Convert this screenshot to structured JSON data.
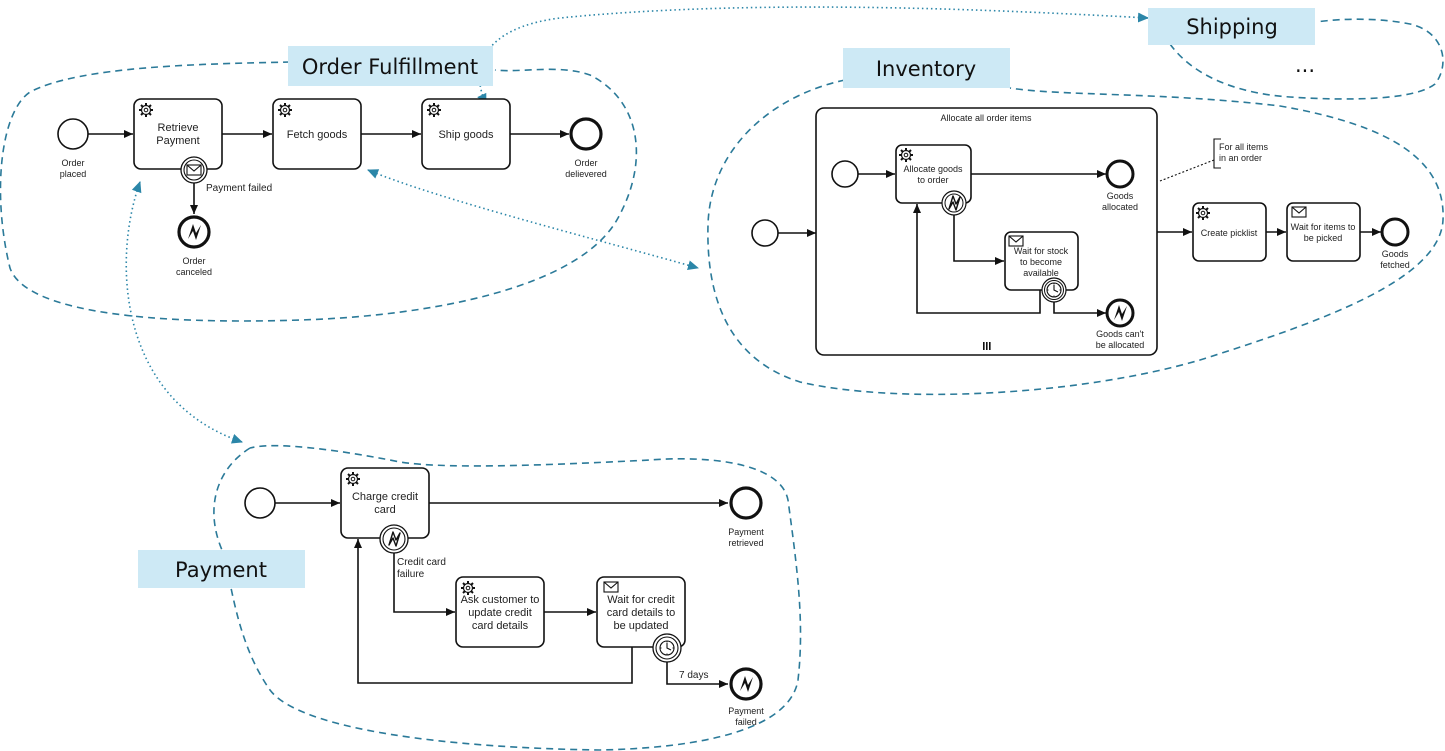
{
  "accent_colors": {
    "label_bg": "#cde9f5",
    "group_border": "#2b7a99",
    "link": "#2b86a8"
  },
  "groups": {
    "order_fulfillment": "Order Fulfillment",
    "inventory": "Inventory",
    "shipping": "Shipping",
    "shipping_more": "...",
    "payment": "Payment"
  },
  "order": {
    "start_line1": "Order",
    "start_line2": "placed",
    "retrieve_line1": "Retrieve",
    "retrieve_line2": "Payment",
    "fetch": "Fetch goods",
    "ship": "Ship goods",
    "end_line1": "Order",
    "end_line2": "delievered",
    "payment_failed": "Payment failed",
    "canceled_line1": "Order",
    "canceled_line2": "canceled"
  },
  "inventory": {
    "subprocess_title": "Allocate all order items",
    "allocate_line1": "Allocate goods",
    "allocate_line2": "to order",
    "allocated_line1": "Goods",
    "allocated_line2": "allocated",
    "wait_line1": "Wait for stock",
    "wait_line2": "to become",
    "wait_line3": "available",
    "cant_line1": "Goods can't",
    "cant_line2": "be allocated",
    "annotation_line1": "For all items",
    "annotation_line2": "in an order",
    "picklist": "Create picklist",
    "picked_line1": "Wait for items to",
    "picked_line2": "be picked",
    "fetched_line1": "Goods",
    "fetched_line2": "fetched"
  },
  "payment": {
    "charge_line1": "Charge credit",
    "charge_line2": "card",
    "retrieved_line1": "Payment",
    "retrieved_line2": "retrieved",
    "failure_line1": "Credit card",
    "failure_line2": "failure",
    "ask_line1": "Ask customer to",
    "ask_line2": "update credit",
    "ask_line3": "card details",
    "wait_line1": "Wait for credit",
    "wait_line2": "card details to",
    "wait_line3": "be updated",
    "days": "7 days",
    "failed_line1": "Payment",
    "failed_line2": "failed"
  }
}
